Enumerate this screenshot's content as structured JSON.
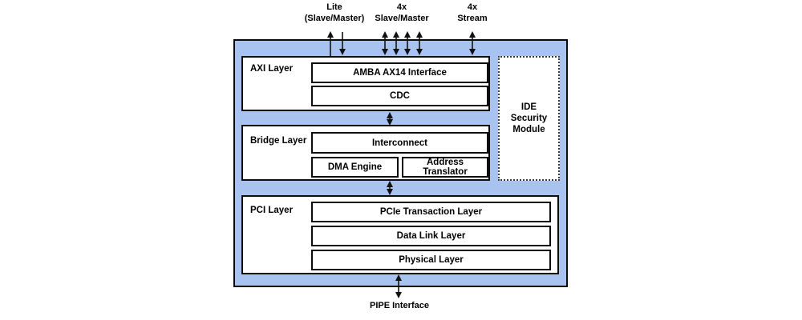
{
  "ports": {
    "top": [
      {
        "line1": "Lite",
        "line2": "(Slave/Master)"
      },
      {
        "line1": "4x",
        "line2": "Slave/Master"
      },
      {
        "line1": "4x",
        "line2": "Stream"
      }
    ],
    "bottom": {
      "label": "PIPE Interface"
    }
  },
  "layers": {
    "axi": {
      "label": "AXI Layer",
      "blocks": [
        "AMBA AX14 Interface",
        "CDC"
      ]
    },
    "bridge": {
      "label": "Bridge Layer",
      "blocks": [
        "Interconnect",
        "DMA Engine",
        "Address Translator"
      ]
    },
    "pci": {
      "label": "PCI Layer",
      "blocks": [
        "PCIe Transaction Layer",
        "Data Link Layer",
        "Physical Layer"
      ]
    },
    "ide": {
      "lines": [
        "IDE",
        "Security",
        "Module"
      ]
    }
  },
  "colors": {
    "container_fill": "#a8c3ef",
    "box_fill": "#ffffff",
    "border": "#0a0a0a"
  }
}
